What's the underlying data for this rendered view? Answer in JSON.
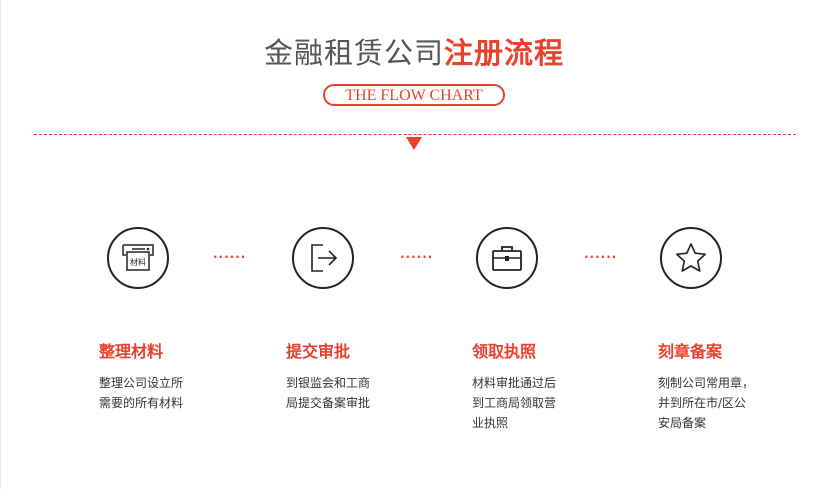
{
  "header": {
    "title_plain": "金融租赁公司",
    "title_highlight": "注册流程",
    "subtitle": "THE FLOW CHART"
  },
  "colors": {
    "accent": "#e8422f",
    "text": "#333333"
  },
  "connector": "······",
  "steps": [
    {
      "icon": "document-printer-icon",
      "icon_text": "材料",
      "title": "整理材料",
      "desc": [
        "整理公司设立所",
        "需要的所有材料"
      ]
    },
    {
      "icon": "exit-arrow-icon",
      "title": "提交审批",
      "desc": [
        "到银监会和工商",
        "局提交备案审批"
      ]
    },
    {
      "icon": "briefcase-icon",
      "title": "领取执照",
      "desc": [
        "材料审批通过后",
        "到工商局领取营",
        "业执照"
      ]
    },
    {
      "icon": "star-icon",
      "title": "刻章备案",
      "desc": [
        "刻制公司常用章，",
        "并到所在市/区公",
        "安局备案"
      ]
    }
  ]
}
